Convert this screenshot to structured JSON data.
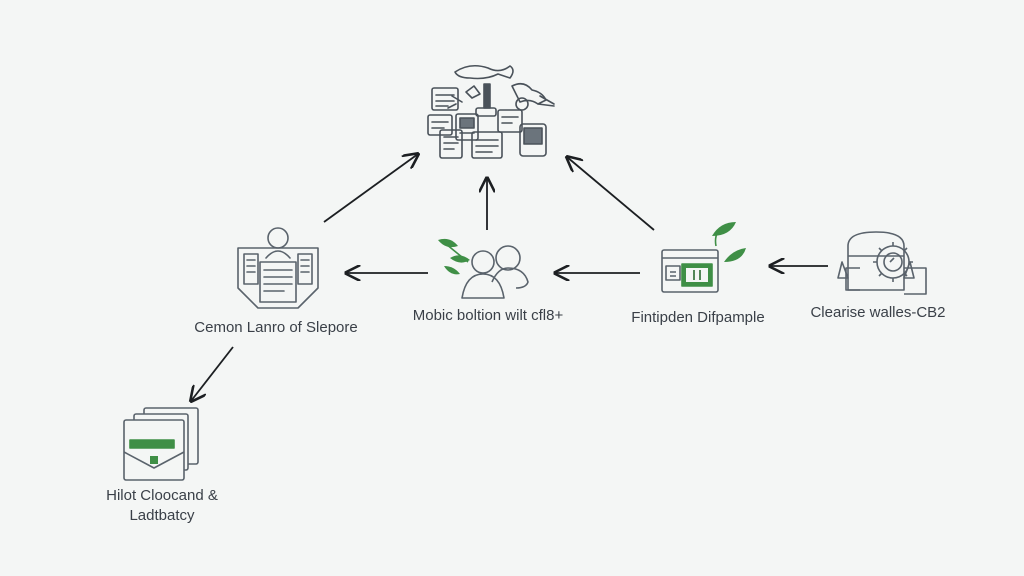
{
  "nodes": {
    "cloud_cluster": {
      "icon": "document-collage-icon"
    },
    "left_node": {
      "icon": "person-document-icon",
      "label": "Cemon Lanro of Slepore"
    },
    "center_node": {
      "icon": "people-with-leaves-icon",
      "label": "Mobic boltion wilt cfl8+"
    },
    "right_node": {
      "icon": "payment-card-with-leaves-icon",
      "label": "Fintipden Difpample"
    },
    "far_right_node": {
      "icon": "gear-device-icon",
      "label": "Clearise walles-CB2"
    },
    "bottom_left_node": {
      "icon": "envelope-folder-icon",
      "label_line1": "Hilot Cloocand &",
      "label_line2": "Ladtbatcy"
    }
  },
  "colors": {
    "line": "#5a636c",
    "arrow": "#1c1f22",
    "accent": "#3f8f46",
    "background": "#f4f6f5"
  }
}
